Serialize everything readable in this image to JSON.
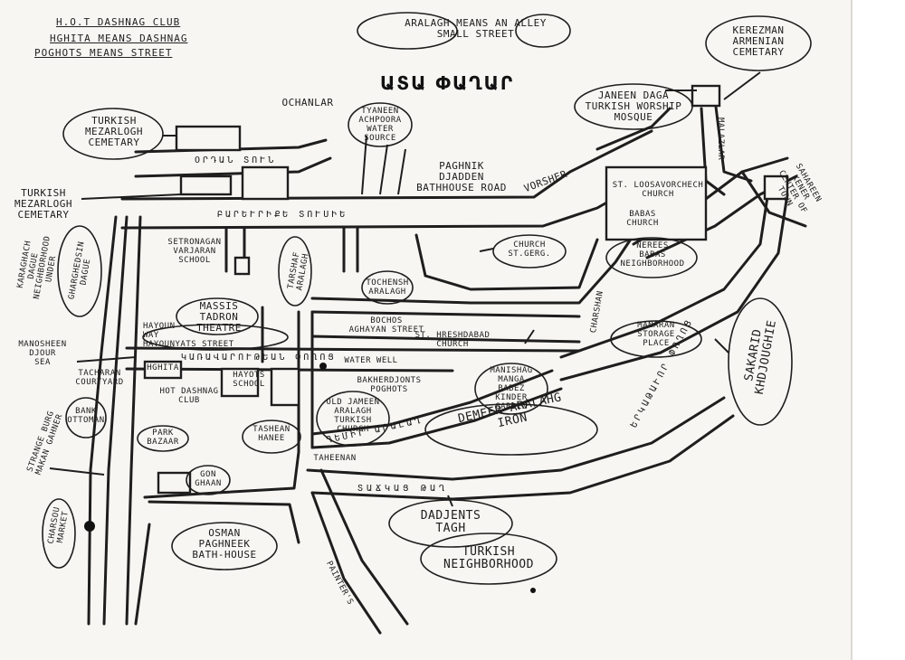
{
  "map_title": "ԱՏԱ ՓԱՂԱՐ",
  "notes": {
    "line1": "H.O.T DASHNAG CLUB",
    "line2": "HGHITA MEANS DASHNAG",
    "line3": "POGHOTS MEANS STREET",
    "aralagh": "ARALAGH MEANS AN ALLEY\nSMALL STREET"
  },
  "labels": {
    "kerezman": "KEREZMAN\nARMENIAN\nCEMETARY",
    "turkish_mezarlogh_1": "TURKISH\nMEZARLOGH\nCEMETARY",
    "turkish_mezarlogh_2": "TURKISH\nMEZARLOGH\nCEMETARY",
    "ochanlar": "OCHANLAR",
    "tyaneen": "TYANEEN\nACHPOORA\nWATER\nSOURCE",
    "paghnik_djadden": "PAGHNIK\nDJADDEN\nBATHHOUSE ROAD",
    "janeen_daga": "JANEEN DAGA\nTURKISH WORSHIP\nMOSQUE",
    "malazlar": "MALAZLAR",
    "st_loosavorchech": "ST. LOOSAVORCHECH\nCHURCH",
    "babas_church": "BABAS\nCHURCH",
    "vorsher": "VORSHER",
    "church_st_gerg": "CHURCH\nST.GERG.",
    "sahareen": "SAHAREEN\nKENER\nCENTER OF\nTOWN",
    "nerees_babas": "NEREES\nBABAS\nNEIGHBORHOOD",
    "karaghach": "KARAGHACH\nDAGUE\nNEIGHBORHOOD\nUNDER",
    "gharghedsin": "GHARGHEDSIN\nDAGUE",
    "setronagan": "SETRONAGAN\nVARJARAN\nSCHOOL",
    "massis": "MASSIS\nTADRON\nTHEATRE",
    "tarshaf": "TARSHAF\nARALAGH",
    "tochensh": "TOCHENSH\nARALAGH",
    "hayoun": "HAYOUN\nWAY\nHAYOUNYATS STREET",
    "bochos": "BOCHOS\nAGHAYAN STREET",
    "st_hreshdabad": "ST. HRESHDABAD\nCHURCH",
    "manaran": "MANARAN\nSTORAGE\nPLACE",
    "sakarid": "SAKARID\nKHDJOUGHIE",
    "charshan": "CHARSHAN",
    "manosheen": "MANOSHEEN\nDJOUR\nSEA",
    "tacharan": "TACHARAN\nCOURTYARD",
    "hghita": "HGHITA",
    "hot_dashnag": "HOT DASHNAG\nCLUB",
    "hayots_school": "HAYOTS\nSCHOOL",
    "water_well": "WATER WELL",
    "bakherdjonts": "BAKHERDJONTS\nPOGHOTS",
    "manishag": "MANISHAG\nMANGA\nBABEZ\nKINDER\nGARDEN",
    "old_jameen": "OLD JAMEEN\nARALAGH\nTURKISH\nCHURCH",
    "bank_ottoman": "BANK\nOTTOMAN",
    "strange_burg": "STRANGE BURG\nMAKAN GAHNER",
    "park_bazaar": "PARK\nBAZAAR",
    "tashean": "TASHEAN\nHANEE",
    "demeer": "DEMEER ARALAHG\nIRON",
    "taheenan": "TAHEENAN",
    "gon_ghaan": "GON\nGHAAN",
    "charsou": "CHARSOU\nMARKET",
    "osman": "OSMAN\nPAGHNEEK\nBATH-HOUSE",
    "dadjents": "DADJENTS\nTAGH",
    "turkish_neighborhood": "TURKISH\nNEIGHBORHOOD",
    "painters": "PAINTER'S"
  },
  "street_names": {
    "top": "ՕՐԴԱՆ ՏՈՒՆ",
    "main": "ԲԱՐԵՒՐԻՔԵ ՏՈՒՍԻԵ",
    "gov": "ԿԱՌԱՎԱՐՈՒԹԵԱՆ ՓՈՂՈՑ",
    "east": "ԵՐԿԱԹԱՒՈՐ ՓՈՂՈՑ",
    "south": "ՏԱՃԿԱՑ ԹԱՂ",
    "demeer_arm": "ԴԵՄԻՐ ԱՐԱԼԱՂ"
  }
}
